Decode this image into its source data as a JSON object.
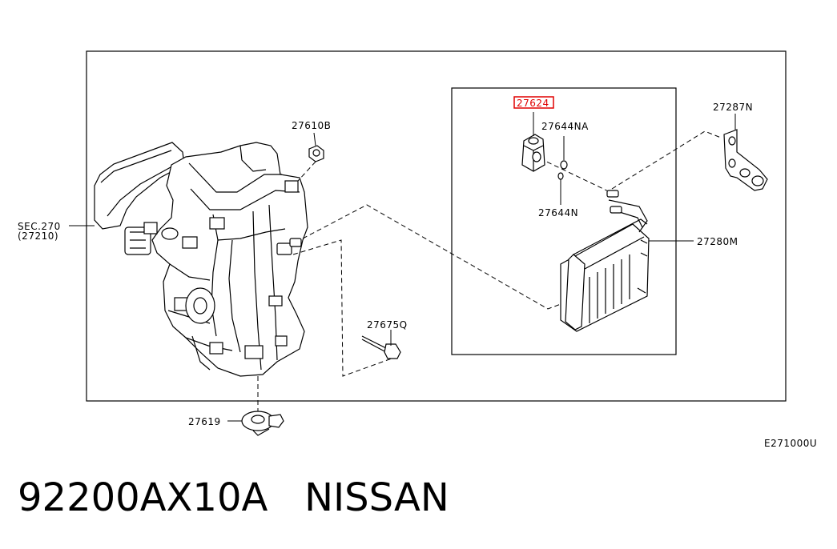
{
  "labels": {
    "sec_ref": "SEC.270",
    "sec_ref_sub": "(27210)",
    "p27610B": "27610B",
    "p27624": "27624",
    "p27644NA": "27644NA",
    "p27644N": "27644N",
    "p27287N": "27287N",
    "p27280M": "27280M",
    "p27675Q": "27675Q",
    "p27619": "27619",
    "ref_code": "E271000U"
  },
  "highlight": {
    "label": "27624",
    "color": "#e00000"
  },
  "footer": {
    "part_number": "92200AX10A",
    "brand": "NISSAN"
  }
}
